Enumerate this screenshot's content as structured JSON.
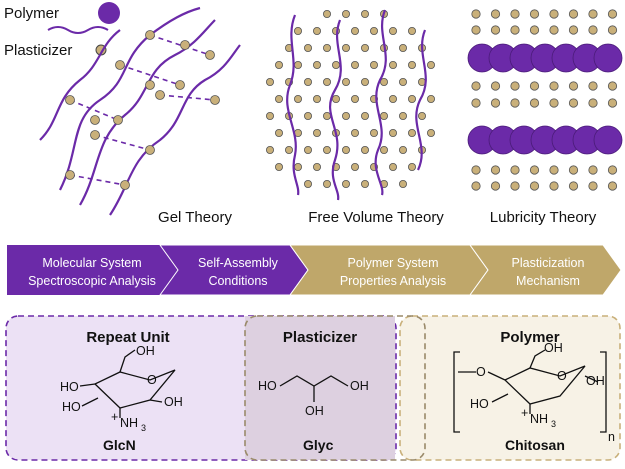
{
  "legend": {
    "polymer_label": "Polymer",
    "plasticizer_label": "Plasticizer"
  },
  "theories": [
    {
      "label": "Gel Theory"
    },
    {
      "label": "Free Volume Theory"
    },
    {
      "label": "Lubricity Theory"
    }
  ],
  "process_steps": [
    {
      "line1": "Molecular System",
      "line2": "Spectroscopic Analysis"
    },
    {
      "line1": "Self-Assembly",
      "line2": "Conditions"
    },
    {
      "line1": "Polymer System",
      "line2": "Properties Analysis"
    },
    {
      "line1": "Plasticization",
      "line2": "Mechanism"
    }
  ],
  "boxes": {
    "repeat_unit": {
      "title": "Repeat Unit",
      "name": "GlcN"
    },
    "plasticizer": {
      "title": "Plasticizer",
      "name": "Glyc"
    },
    "polymer": {
      "title": "Polymer",
      "name": "Chitosan"
    }
  },
  "chem_labels": {
    "oh": "OH",
    "ho": "HO",
    "nh3": "NH",
    "nh3_sub": "3",
    "plus": "+",
    "ring_o": "O",
    "n": "n"
  },
  "colors": {
    "purple": "#6b2aa8",
    "polymer_fill": "#6b2aa8",
    "plasticizer_fill": "#c9b07a",
    "gold": "#bfa76a",
    "box_purple_bg": "#ece1f5",
    "box_mid_bg": "#ddd0e0",
    "box_gold_bg": "#f7f2e6"
  }
}
